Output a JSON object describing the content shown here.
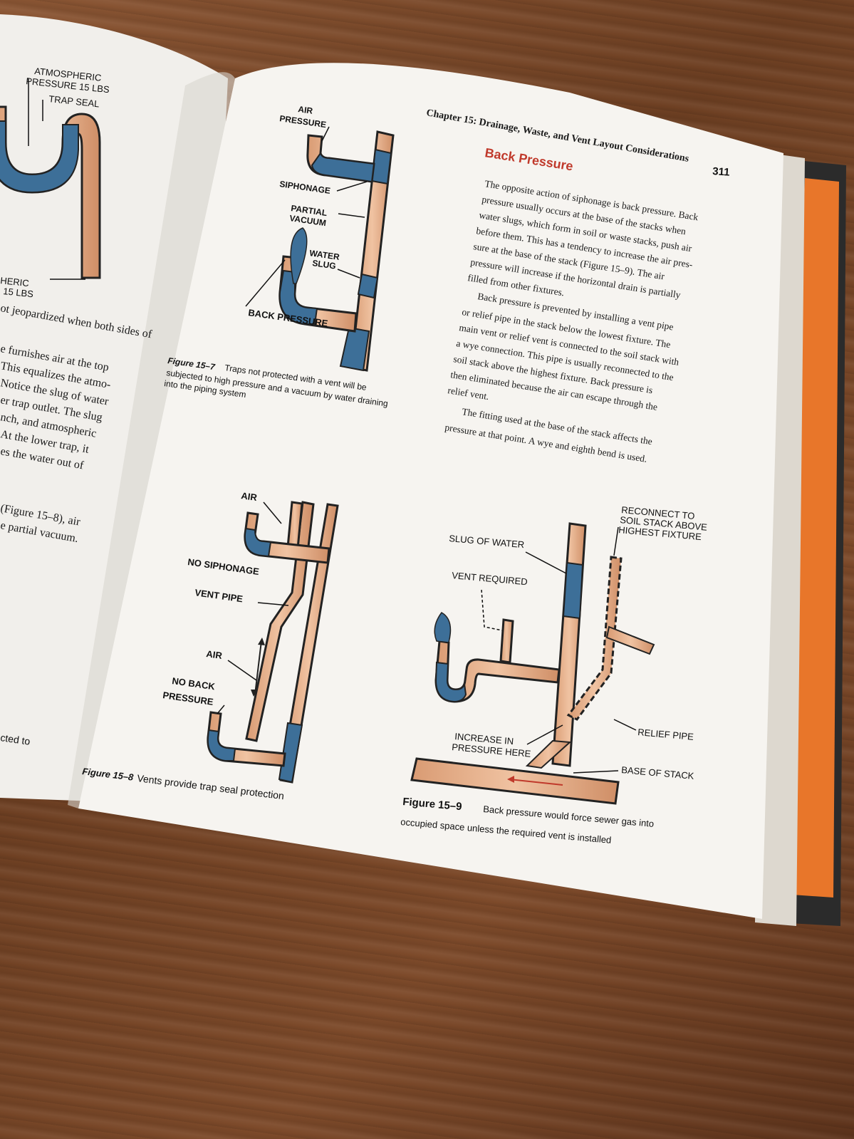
{
  "header": {
    "chapter": "Chapter 15: Drainage, Waste, and Vent Layout Considerations",
    "page_number": "311"
  },
  "left_page": {
    "labels": {
      "atmospheric_top": "ATMOSPHERIC",
      "pressure_top": "PRESSURE 15 LBS",
      "trap_seal": "TRAP SEAL",
      "atmospheric_bottom": "HERIC",
      "pressure_bottom": "15 LBS"
    },
    "lines": [
      "ot jeopardized when both sides of",
      "e furnishes air at the top",
      "This equalizes the atmo-",
      "Notice the slug of water",
      "er trap outlet. The slug",
      "nch, and atmospheric",
      "At the lower trap, it",
      "es the water out of",
      "(Figure 15–8), air",
      "e partial vacuum."
    ],
    "fragment": "cted to"
  },
  "figure_15_7": {
    "labels": {
      "air_pressure_1": "AIR",
      "air_pressure_2": "PRESSURE",
      "siphonage": "SIPHONAGE",
      "partial": "PARTIAL",
      "vacuum": "VACUUM",
      "water": "WATER",
      "slug": "SLUG",
      "back_pressure": "BACK PRESSURE"
    },
    "caption_label": "Figure 15–7",
    "caption_line1": "Traps not protected with a vent will be",
    "caption_line2": "subjected to high pressure and a vacuum by water draining",
    "caption_line3": "into the piping system"
  },
  "figure_15_8": {
    "labels": {
      "air_top": "AIR",
      "no_siphonage": "NO SIPHONAGE",
      "vent_pipe": "VENT PIPE",
      "air_mid": "AIR",
      "no_back": "NO BACK",
      "pressure": "PRESSURE"
    },
    "caption_label": "Figure 15–8",
    "caption_text": "Vents provide trap seal protection"
  },
  "section": {
    "title": "Back Pressure",
    "paragraphs": [
      [
        "The opposite action of siphonage is back pressure. Back",
        "pressure usually occurs at the base of the stacks when",
        "water slugs, which form in soil or waste stacks, push air",
        "before them. This has a tendency to increase the air pres-",
        "sure at the base of the stack (Figure 15–9). The air",
        "pressure will increase if the horizontal drain is partially",
        "filled from other fixtures."
      ],
      [
        "Back pressure is prevented by installing a vent pipe",
        "or relief pipe in the stack below the lowest fixture. The",
        "main vent or relief vent is connected to the soil stack with",
        "a wye connection. This pipe is usually reconnected to the",
        "soil stack above the highest fixture. Back pressure is",
        "then eliminated because the air can escape through the",
        "relief vent."
      ],
      [
        "The fitting used at the base of the stack affects the",
        "pressure at that point. A wye and eighth bend is used."
      ]
    ]
  },
  "figure_15_9": {
    "labels": {
      "reconnect_1": "RECONNECT TO",
      "reconnect_2": "SOIL STACK ABOVE",
      "reconnect_3": "HIGHEST FIXTURE",
      "slug_of_water": "SLUG OF WATER",
      "vent_required": "VENT REQUIRED",
      "relief_pipe": "RELIEF PIPE",
      "increase_1": "INCREASE IN",
      "increase_2": "PRESSURE HERE",
      "base_of_stack": "BASE OF STACK"
    },
    "caption_label": "Figure 15–9",
    "caption_line1": "Back pressure would force sewer gas into",
    "caption_line2": "occupied space unless the required vent is installed"
  },
  "colors": {
    "pipe": "#e7b08c",
    "water": "#3d6f98",
    "heading": "#c0392b",
    "page": "#f4f2ee"
  }
}
